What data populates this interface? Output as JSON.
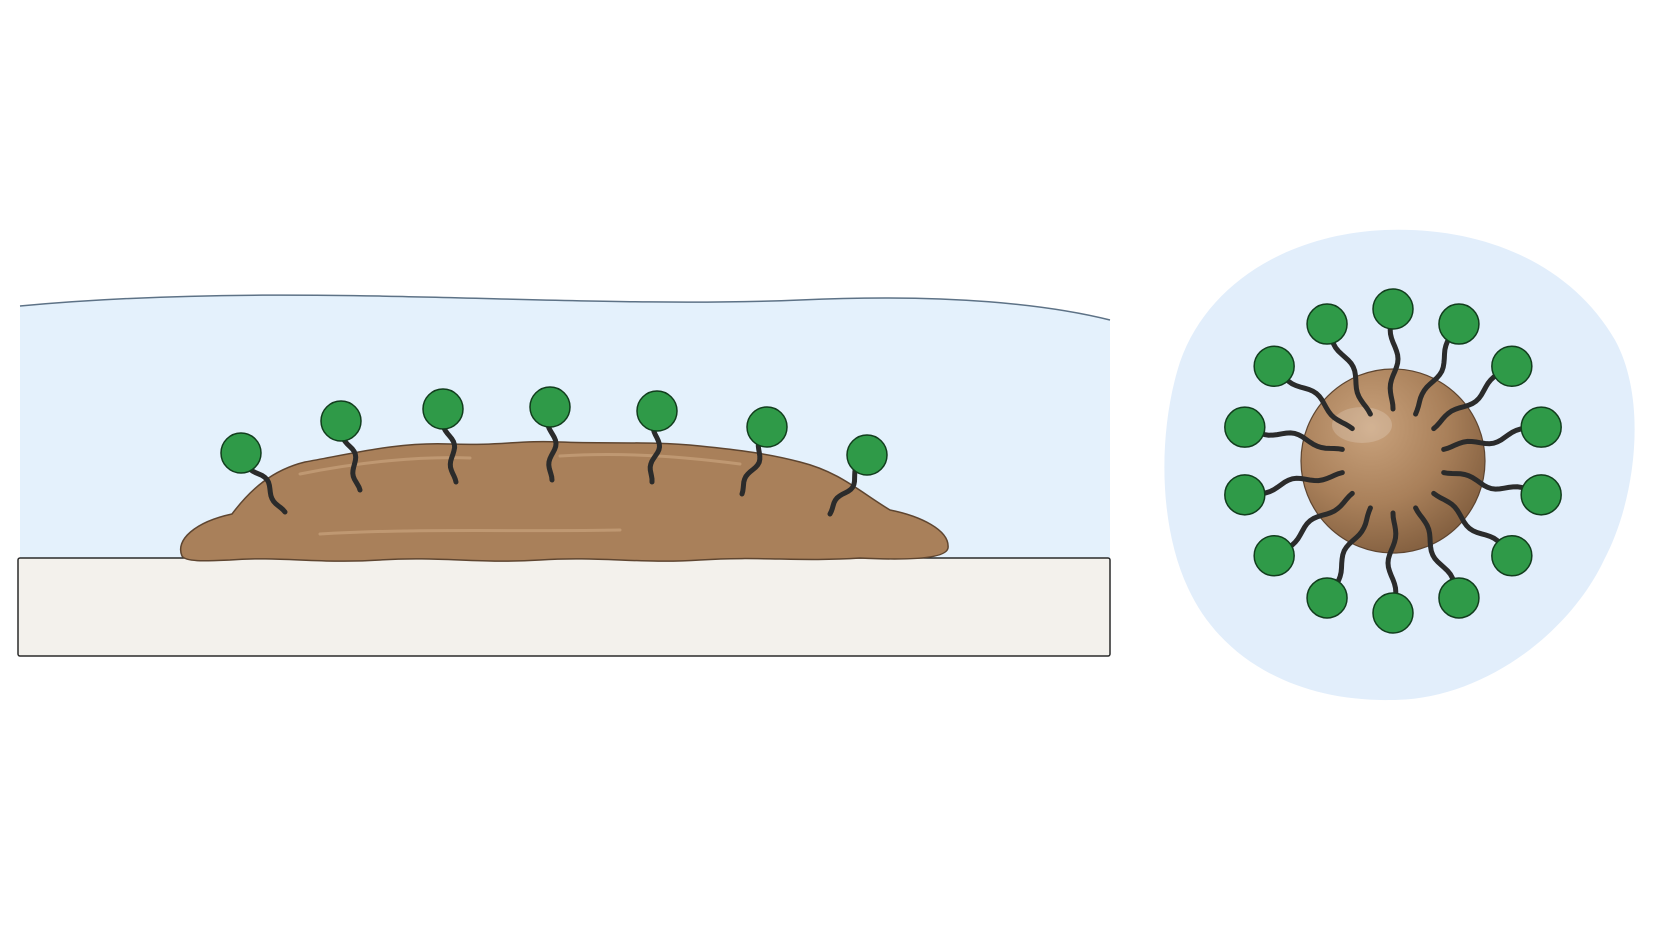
{
  "diagram": {
    "panels": [
      {
        "id": "substrate-panel",
        "surfactant_count": 7
      },
      {
        "id": "micelle-panel",
        "surfactant_count": 14
      }
    ]
  },
  "colors": {
    "background": "#ffffff",
    "water": "#e4f1fc",
    "water_line": "#5d7286",
    "substrate": "#f3f1ec",
    "substrate_stroke": "#2a2a2a",
    "oil": "#a9805a",
    "oil_stroke": "#5e4530",
    "oil_highlight": "#c9a27c",
    "head": "#2f9a48",
    "head_stroke": "#123d1d",
    "tail": "#2b2b2b",
    "micelle_water": "#e2eefb"
  }
}
